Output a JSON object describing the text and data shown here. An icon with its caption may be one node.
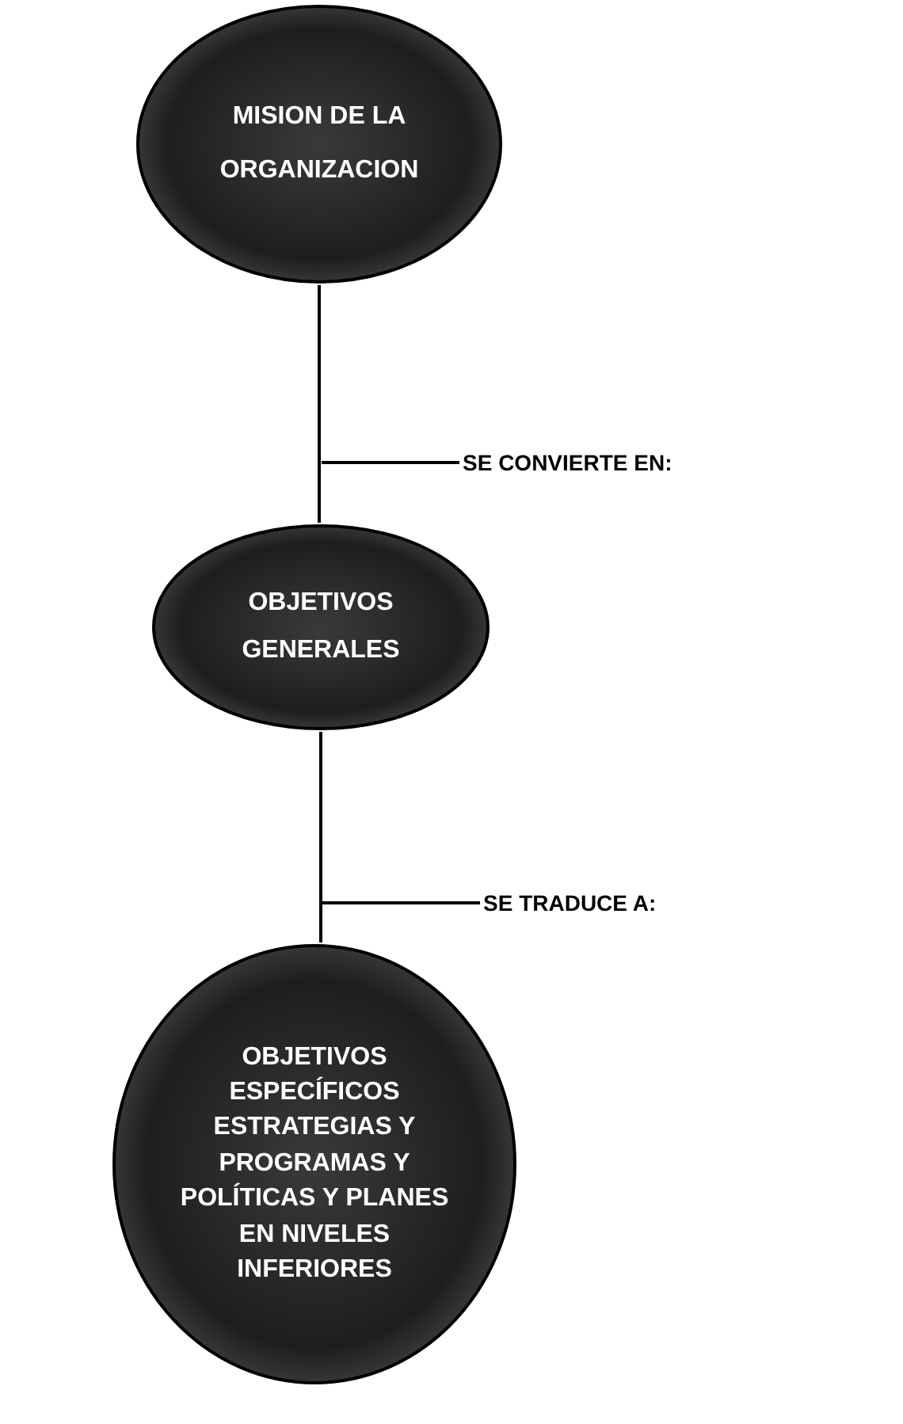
{
  "diagram": {
    "nodes": [
      {
        "text": [
          "MISION DE LA ORGANIZACION"
        ]
      },
      {
        "text": [
          "SE CONVIERTE EN:"
        ]
      },
      {
        "text": [
          "OBJETIVOS GENERALES"
        ]
      },
      {
        "text": [
          "SE TRADUCE A:"
        ]
      },
      {
        "text": [
          "OBJETIVOS ESPECÍFICOS ESTRATEGIAS Y PROGRAMAS Y POLÍTICAS Y PLANES EN NIVELES INFERIORES"
        ]
      }
    ],
    "edges": [
      {
        "from": 0,
        "to": 2,
        "arrow": "none"
      },
      {
        "from": 2,
        "to": 4,
        "arrow": "none"
      },
      {
        "from": 1,
        "to": null,
        "arrow": "none"
      },
      {
        "from": 3,
        "to": null,
        "arrow": "none"
      }
    ]
  }
}
